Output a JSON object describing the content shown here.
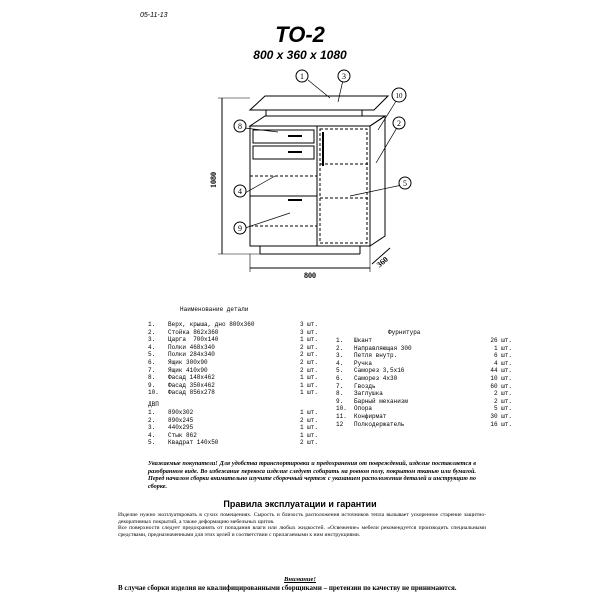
{
  "header": {
    "date": "05-11-13",
    "title": "ТО-2",
    "dimensions": "800 x 360 x 1080"
  },
  "drawing": {
    "callouts": [
      "1",
      "2",
      "3",
      "4",
      "5",
      "8",
      "9",
      "10"
    ],
    "dim_height": "1080",
    "dim_width": "800",
    "dim_depth": "360"
  },
  "parts": {
    "heading": "Наименование детали",
    "ldsp": [
      {
        "n": "1.",
        "name": "Верх, крыша, дно 800x360",
        "qty": "3 шт."
      },
      {
        "n": "2.",
        "name": "Стойка 862x360",
        "qty": "3 шт."
      },
      {
        "n": "3.",
        "name": "Царга  700x140",
        "qty": "1 шт."
      },
      {
        "n": "4.",
        "name": "Полки 468x340",
        "qty": "2 шт."
      },
      {
        "n": "5.",
        "name": "Полки 284x340",
        "qty": "2 шт."
      },
      {
        "n": "6.",
        "name": "Ящик 300x90",
        "qty": "2 шт."
      },
      {
        "n": "7.",
        "name": "Ящик 410x90",
        "qty": "2 шт."
      },
      {
        "n": "8.",
        "name": "Фасад 148x462",
        "qty": "1 шт."
      },
      {
        "n": "9.",
        "name": "Фасад 350x462",
        "qty": "1 шт."
      },
      {
        "n": "10.",
        "name": "Фасад 856x278",
        "qty": "1 шт."
      }
    ],
    "dvp_heading": "ДВП",
    "dvp": [
      {
        "n": "1.",
        "name": "890x302",
        "qty": "1 шт."
      },
      {
        "n": "2.",
        "name": "890x245",
        "qty": "2 шт."
      },
      {
        "n": "3.",
        "name": "440x295",
        "qty": "1 шт."
      },
      {
        "n": "4.",
        "name": "Стык 862",
        "qty": "1 шт."
      },
      {
        "n": "5.",
        "name": "Квадрат 140x50",
        "qty": "2 шт."
      }
    ]
  },
  "hardware": {
    "heading": "Фурнитура",
    "items": [
      {
        "n": "1.",
        "name": "Шкант",
        "qty": "26 шт."
      },
      {
        "n": "2.",
        "name": "Направляющая 300",
        "qty": "1 шт."
      },
      {
        "n": "3.",
        "name": "Петля внутр.",
        "qty": "6 шт."
      },
      {
        "n": "4.",
        "name": "Ручка",
        "qty": "4 шт."
      },
      {
        "n": "5.",
        "name": "Саморез 3,5x16",
        "qty": "44 шт."
      },
      {
        "n": "6.",
        "name": "Саморез 4x30",
        "qty": "10 шт."
      },
      {
        "n": "7.",
        "name": "Гвоздь",
        "qty": "60 шт."
      },
      {
        "n": "8.",
        "name": "Заглушка",
        "qty": "2 шт."
      },
      {
        "n": "9.",
        "name": "Барный механизм",
        "qty": "2 шт."
      },
      {
        "n": "10.",
        "name": "Опора",
        "qty": "5 шт."
      },
      {
        "n": "11.",
        "name": "Конфирмат",
        "qty": "30 шт."
      },
      {
        "n": "12",
        "name": "Полкодержатель",
        "qty": "16 шт."
      }
    ]
  },
  "note": "Уважаемые покупатели! Для удобства транспортировки и предохранения от повреждений, изделие поставляется в разобранном виде. Во избежание перекоса изделие следует собирать на ровном полу, покрытом тканью или бумагой. Перед началом сборки внимательно изучите сборочный чертеж с указанием расположения деталей и инструкцию по сборке.",
  "rules": {
    "title": "Правила эксплуатации и гарантии",
    "p1": "Изделие нужно эксплуатировать в сухих помещениях. Сырость и близость расположения источников тепла вызывает ускоренное старение защитно-декоративных покрытий, а также деформацию мебельных щитов.",
    "p2": "Все поверхности следует предохранять от попадания влаги или любых жидкостей. «Освежение» мебели рекомендуется производить специальными средствами, предназначенными для этих целей и соответствии с прилагаемыми к ним инструкциями."
  },
  "warning": {
    "title": "Внимание!",
    "text": "В случае сборки изделия не квалифицированными сборщиками – претензии по качеству не принимаются."
  }
}
